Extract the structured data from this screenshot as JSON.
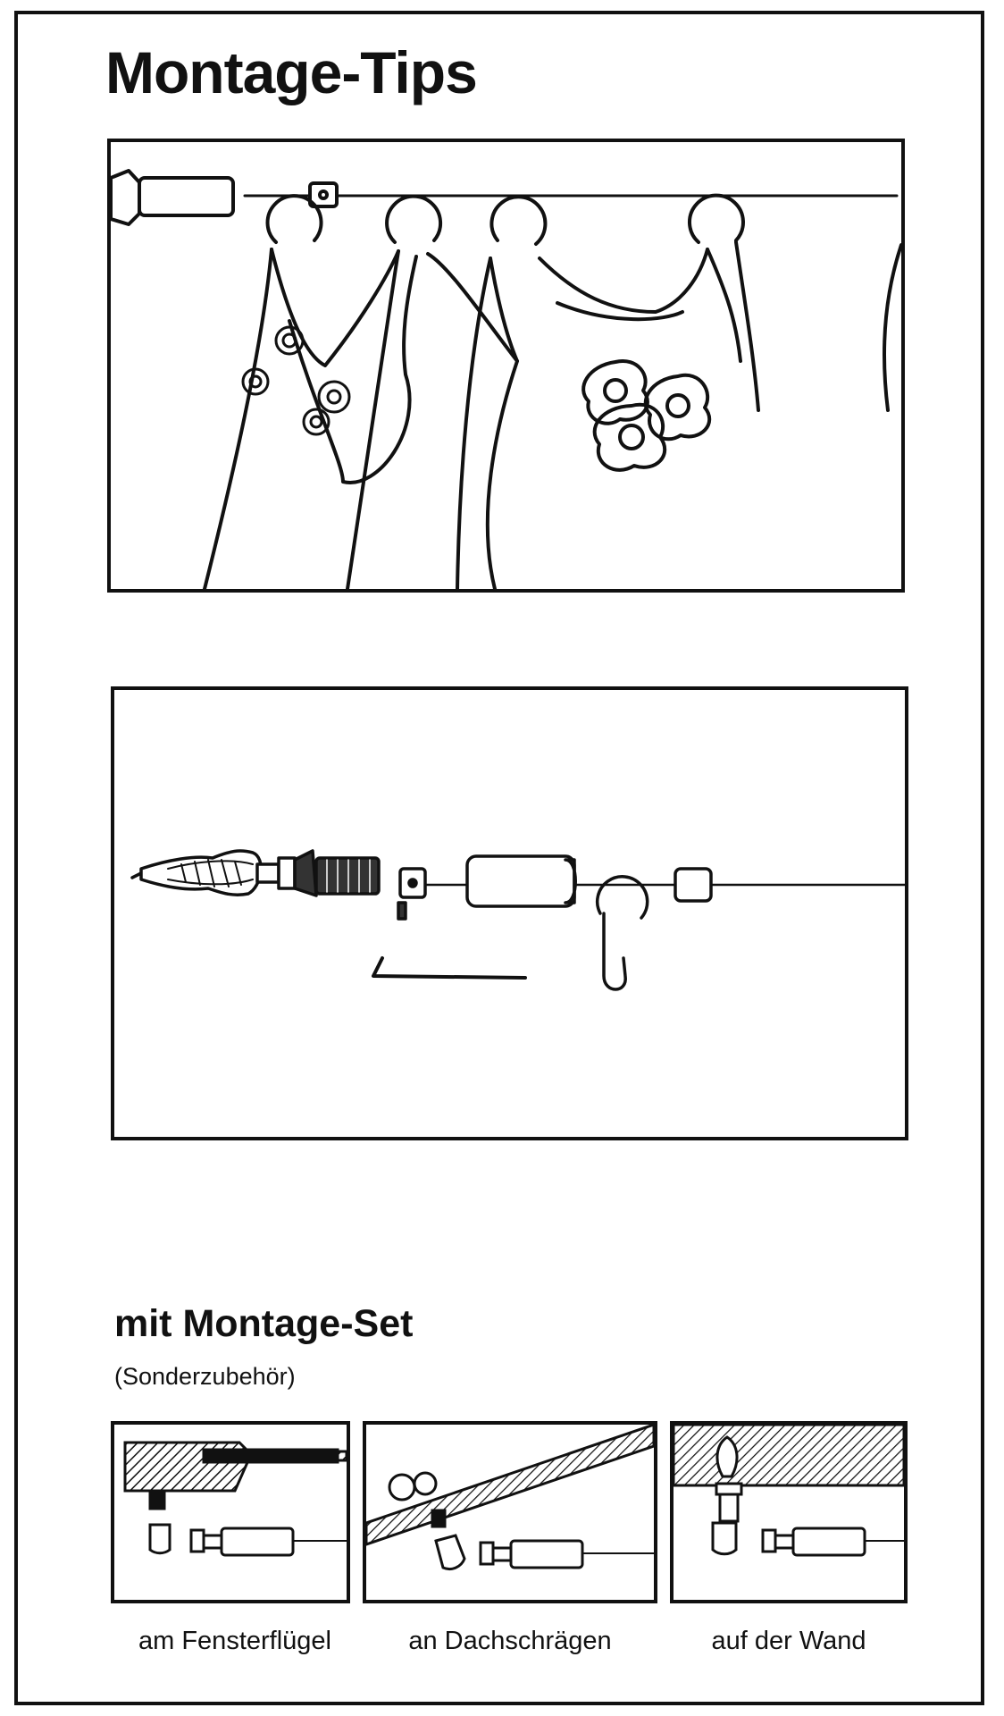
{
  "document": {
    "title": "Montage-Tips",
    "set_heading": "mit Montage-Set",
    "set_note": "(Sonderzubehör)",
    "captions": [
      "am Fensterflügel",
      "an Dachschrägen",
      "auf der Wand"
    ]
  },
  "colors": {
    "ink": "#111111",
    "paper": "#ffffff"
  }
}
